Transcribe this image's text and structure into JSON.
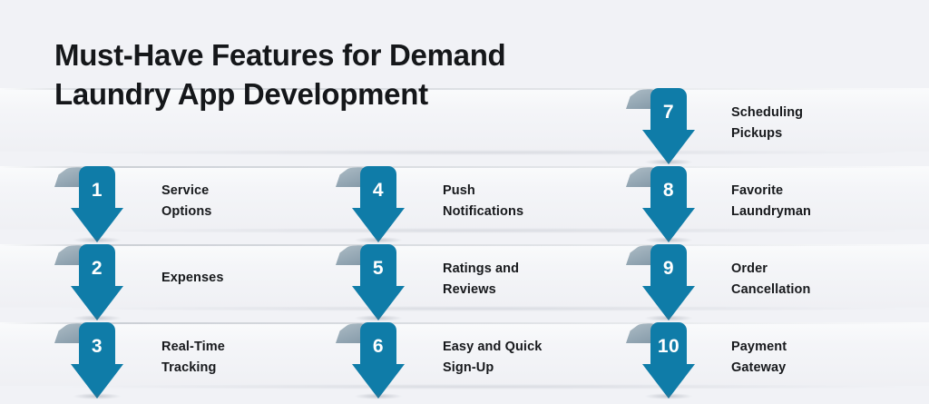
{
  "background_color": "#f1f2f6",
  "accent_color": "#0f7ca8",
  "text_color": "#17191c",
  "number_color": "#ffffff",
  "title": "Must-Have Features for Demand\nLaundry App Development",
  "columns": [
    {
      "name": "column-1",
      "items": [
        {
          "number": "1",
          "label": "Service\nOptions"
        },
        {
          "number": "2",
          "label": "Expenses"
        },
        {
          "number": "3",
          "label": "Real-Time\nTracking"
        }
      ]
    },
    {
      "name": "column-2",
      "items": [
        {
          "number": "4",
          "label": "Push\nNotifications"
        },
        {
          "number": "5",
          "label": "Ratings and\nReviews"
        },
        {
          "number": "6",
          "label": "Easy and Quick\nSign-Up"
        }
      ]
    },
    {
      "name": "column-3",
      "items": [
        {
          "number": "7",
          "label": "Scheduling\nPickups"
        },
        {
          "number": "8",
          "label": "Favorite\nLaundryman"
        },
        {
          "number": "9",
          "label": "Order\nCancellation"
        },
        {
          "number": "10",
          "label": "Payment\nGateway"
        }
      ]
    }
  ]
}
